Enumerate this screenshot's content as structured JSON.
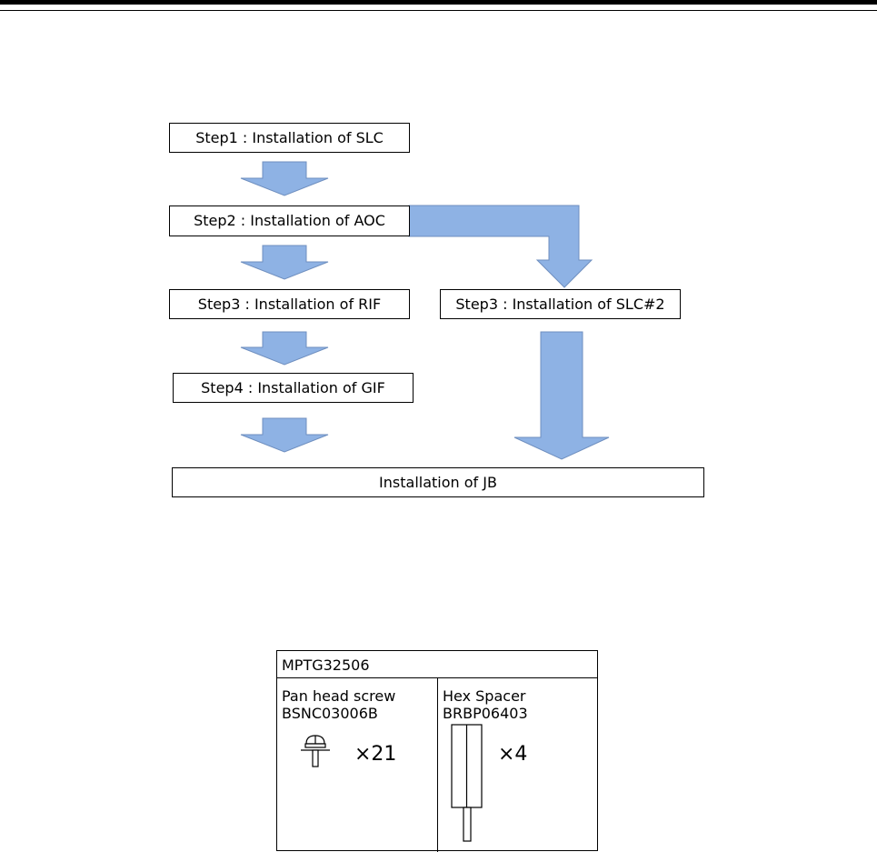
{
  "flow": {
    "steps": {
      "step1": "Step1 : Installation of SLC",
      "step2": "Step2 : Installation of AOC",
      "step3_rif": "Step3 : Installation of RIF",
      "step3_slc2": "Step3 : Installation of SLC#2",
      "step4": "Step4 : Installation of GIF",
      "final": "Installation of JB"
    },
    "arrow_color": "#8eb2e4"
  },
  "parts": {
    "kit_code": "MPTG32506",
    "items": [
      {
        "name": "Pan head screw",
        "code": "BSNC03006B",
        "quantity": "×21"
      },
      {
        "name": "Hex Spacer",
        "code": "BRBP06403",
        "quantity": "×4"
      }
    ]
  }
}
